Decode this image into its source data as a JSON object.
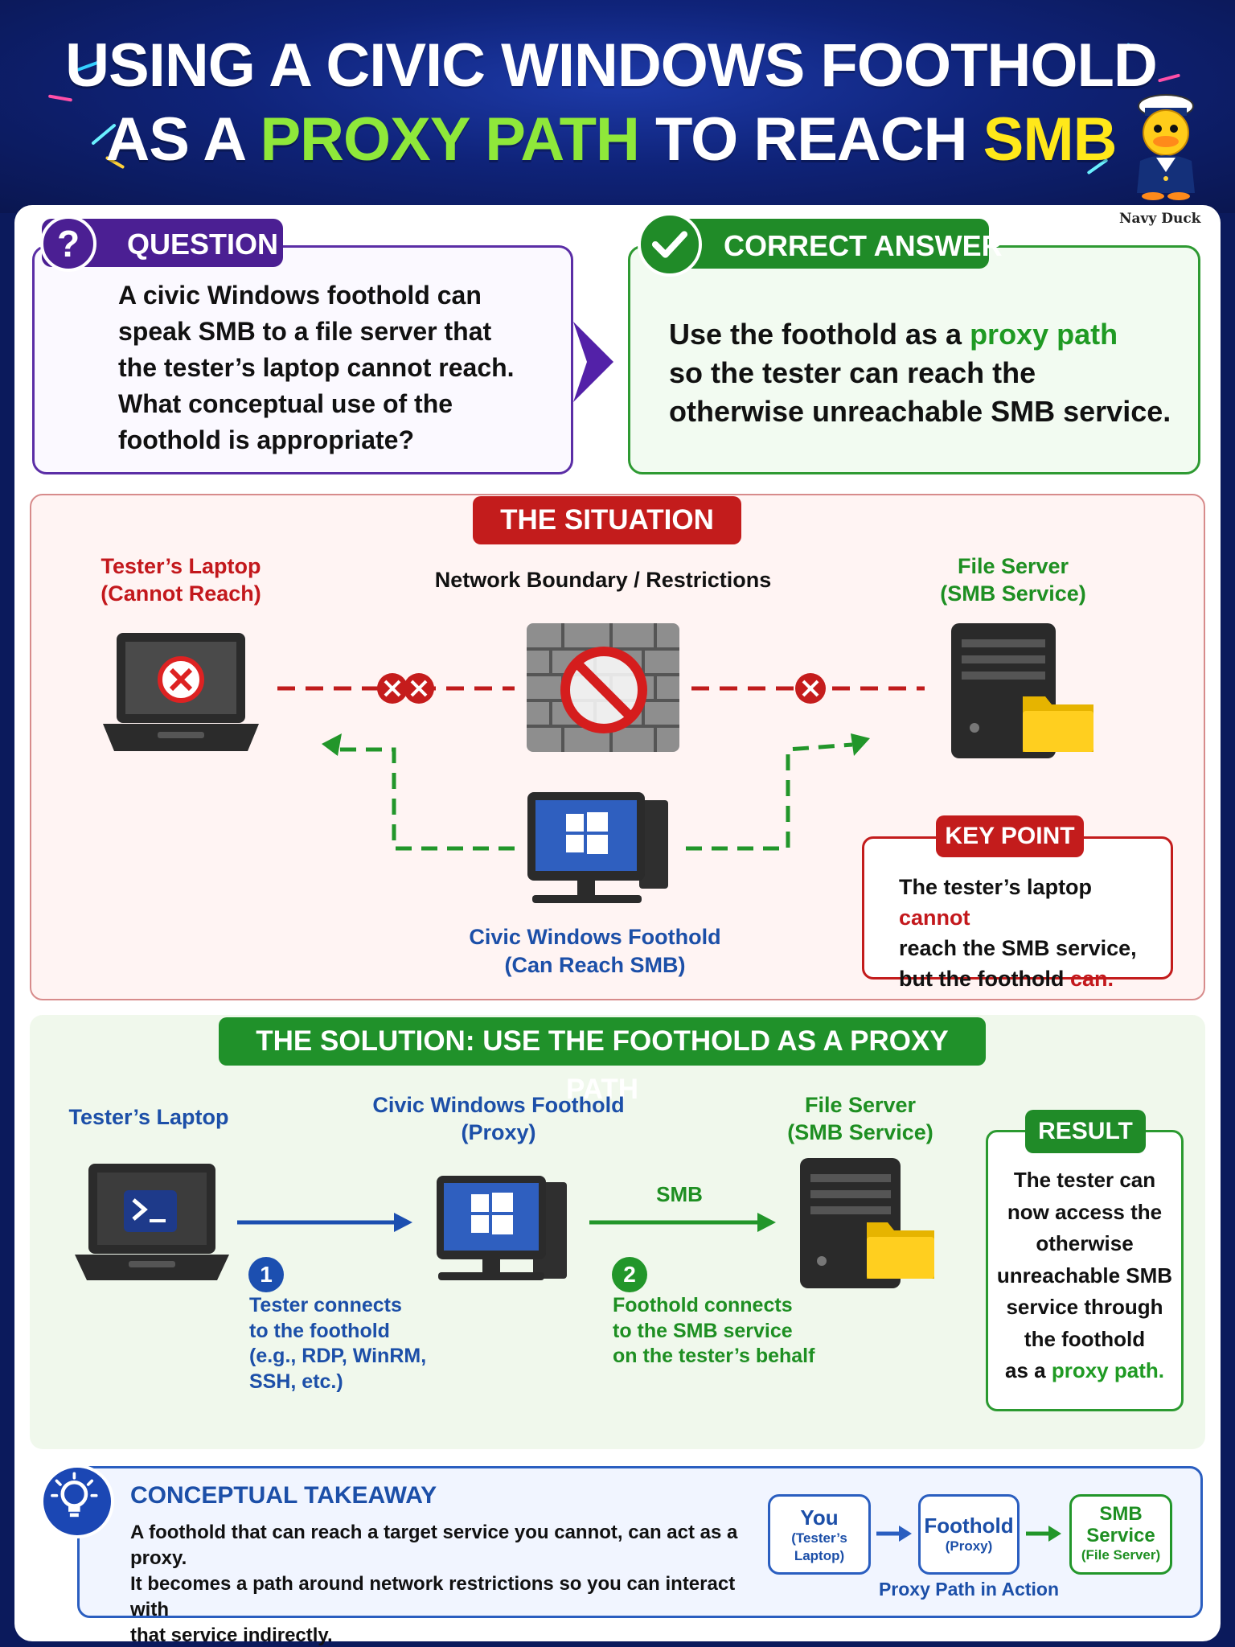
{
  "header": {
    "title_line1": "USING A CIVIC WINDOWS FOOTHOLD",
    "title_line2_a": "AS A",
    "title_line2_b": "PROXY PATH",
    "title_line2_c": "TO REACH",
    "title_line2_d": "SMB",
    "mascot_label": "Navy Duck"
  },
  "question": {
    "label": "QUESTION",
    "icon": "?",
    "lines": [
      "A civic Windows foothold can",
      "speak SMB to a file server that",
      "the tester’s laptop cannot reach.",
      "What conceptual use of the",
      "foothold is appropriate?"
    ]
  },
  "answer": {
    "label": "CORRECT ANSWER",
    "line1_a": "Use the foothold as a",
    "line1_b": "proxy path",
    "line2": "so the tester can reach the",
    "line3": "otherwise unreachable SMB service."
  },
  "situation": {
    "label": "THE SITUATION",
    "laptop_line1": "Tester’s Laptop",
    "laptop_line2": "(Cannot Reach)",
    "boundary": "Network Boundary / Restrictions",
    "server_line1": "File Server",
    "server_line2": "(SMB Service)",
    "foothold_line1": "Civic Windows Foothold",
    "foothold_line2": "(Can Reach SMB)",
    "key_label": "KEY POINT",
    "key_a": "The tester’s laptop",
    "key_b": "cannot",
    "key_c": "reach the SMB service,",
    "key_d": "but the foothold",
    "key_e": "can."
  },
  "solution": {
    "label": "THE SOLUTION: USE THE FOOTHOLD AS A PROXY PATH",
    "laptop": "Tester’s Laptop",
    "foothold_line1": "Civic Windows Foothold",
    "foothold_line2": "(Proxy)",
    "server_line1": "File Server",
    "server_line2": "(SMB Service)",
    "smb_label": "SMB",
    "step1_num": "1",
    "step1_lines": [
      "Tester connects",
      "to the foothold",
      "(e.g., RDP, WinRM,",
      "SSH, etc.)"
    ],
    "step2_num": "2",
    "step2_lines": [
      "Foothold connects",
      "to the SMB service",
      "on the tester’s behalf"
    ],
    "result_label": "RESULT",
    "result_lines": [
      "The tester can",
      "now access the",
      "otherwise",
      "unreachable SMB",
      "service through",
      "the foothold"
    ],
    "result_last_a": "as a",
    "result_last_b": "proxy path."
  },
  "takeaway": {
    "label": "CONCEPTUAL TAKEAWAY",
    "lines": [
      "A foothold that can reach a target service you cannot, can act as a proxy.",
      "It becomes a path around network restrictions so you can interact with",
      "that service indirectly."
    ],
    "you_main": "You",
    "you_sub1": "(Tester’s",
    "you_sub2": "Laptop)",
    "foothold_main": "Foothold",
    "foothold_sub": "(Proxy)",
    "smb_main1": "SMB",
    "smb_main2": "Service",
    "smb_sub": "(File Server)",
    "caption": "Proxy Path in Action"
  },
  "colors": {
    "navy": "#0f2379",
    "purple": "#4b1f93",
    "green": "#208b28",
    "red": "#c31c1c",
    "blue": "#1c4fa8",
    "highlight_green": "#8fe83a",
    "highlight_yellow": "#ffe81a"
  }
}
